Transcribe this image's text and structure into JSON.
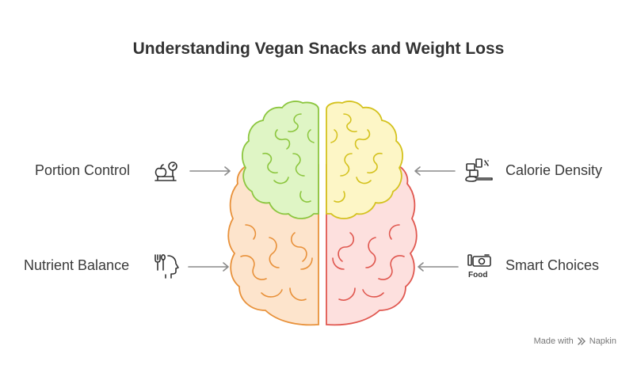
{
  "title": "Understanding Vegan Snacks and Weight Loss",
  "items": {
    "portion_control": {
      "label": "Portion Control",
      "icon": "scale-apple-icon"
    },
    "nutrient_balance": {
      "label": "Nutrient Balance",
      "icon": "fork-head-icon"
    },
    "calorie_density": {
      "label": "Calorie Density",
      "icon": "measuring-spoon-icon"
    },
    "smart_choices": {
      "label": "Smart Choices",
      "icon": "food-camera-icon",
      "icon_text": "Food"
    }
  },
  "brain": {
    "colors": {
      "top_left_fill": "#dff5c5",
      "top_left_stroke": "#8cc63f",
      "top_right_fill": "#fdf6c6",
      "top_right_stroke": "#d4c21e",
      "bottom_left_fill": "#fde4cc",
      "bottom_left_stroke": "#e8913a",
      "bottom_right_fill": "#fde0de",
      "bottom_right_stroke": "#e0574f"
    }
  },
  "footer": {
    "made_with": "Made with",
    "brand": "Napkin"
  }
}
